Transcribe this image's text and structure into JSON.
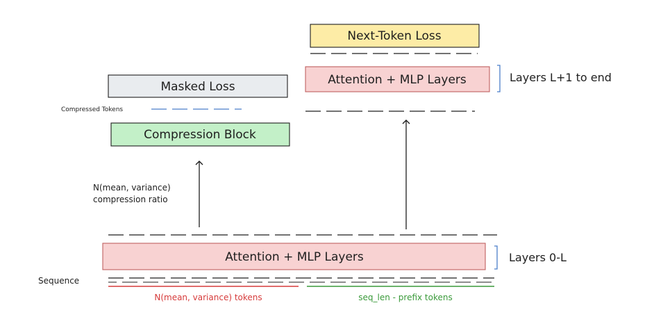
{
  "boxes": {
    "next_token_loss": "Next-Token Loss",
    "attention_top": "Attention + MLP Layers",
    "masked_loss": "Masked Loss",
    "compression_block": "Compression Block",
    "attention_bottom": "Attention + MLP Layers"
  },
  "labels": {
    "layers_top": "Layers L+1 to end",
    "layers_bottom": "Layers 0-L",
    "compressed_tokens": "Compressed Tokens",
    "compression_ratio_line1": "N(mean, variance)",
    "compression_ratio_line2": "compression ratio",
    "sequence": "Sequence",
    "prefix_tokens": "N(mean, variance) tokens",
    "remaining_tokens": "seq_len - prefix tokens"
  },
  "colors": {
    "yellow": "#fdeca6",
    "red_fill": "#f8d2d2",
    "red_stroke": "#c06060",
    "gray_fill": "#e9ecef",
    "green_fill": "#c3f0c8",
    "ink": "#1e1e1e",
    "bracket": "#4a7ec9",
    "compressed_dash": "#4a7ec9",
    "prefix_red": "#d63b3b",
    "seq_green": "#3a9a3a"
  }
}
